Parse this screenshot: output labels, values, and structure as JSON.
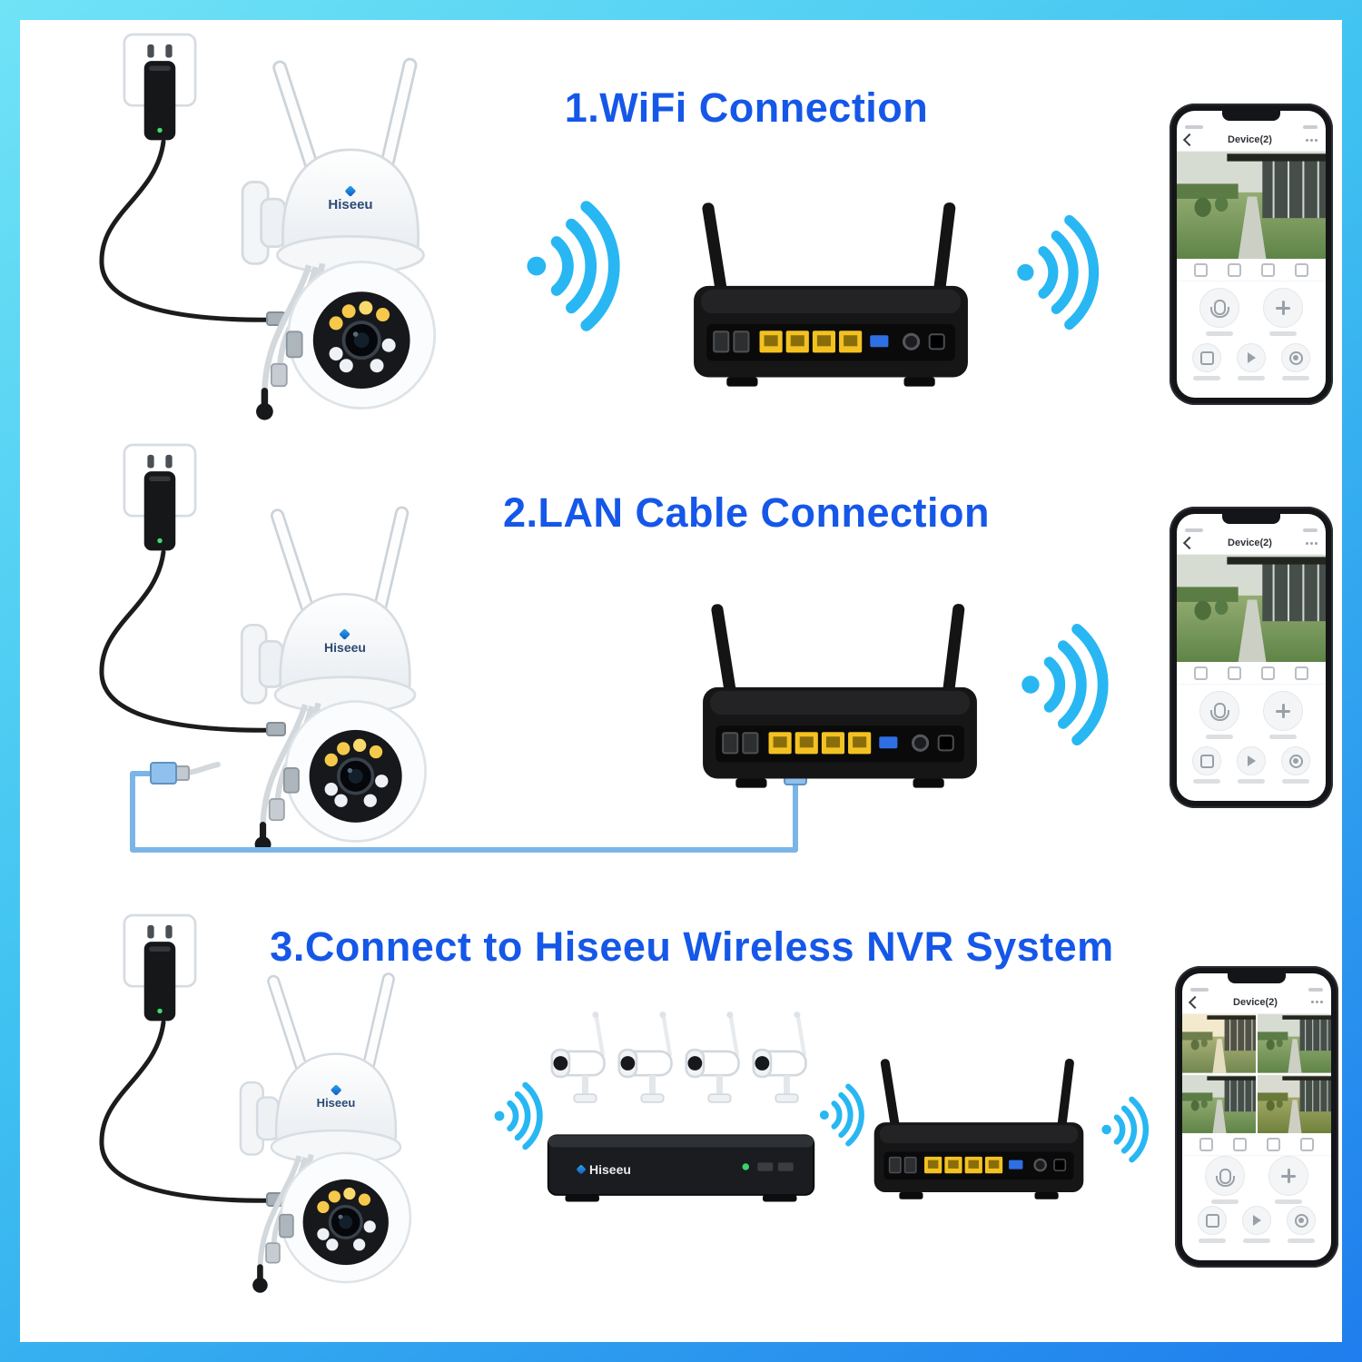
{
  "meta": {
    "type": "product-connection-guide"
  },
  "brand": "Hiseeu",
  "sections": [
    {
      "title": "1.WiFi Connection"
    },
    {
      "title": "2.LAN Cable Connection"
    },
    {
      "title": "3.Connect to Hiseeu Wireless NVR System"
    }
  ],
  "phone": {
    "app_title": "Device(2)"
  },
  "colors": {
    "title_blue": "#1557e8",
    "wifi_cyan": "#28b7f2",
    "frame_gradient_start": "#70e3f6",
    "frame_gradient_end": "#1f7ded",
    "lan_cable_blue": "#7ab5e8",
    "router_port_yellow": "#f3c221"
  }
}
